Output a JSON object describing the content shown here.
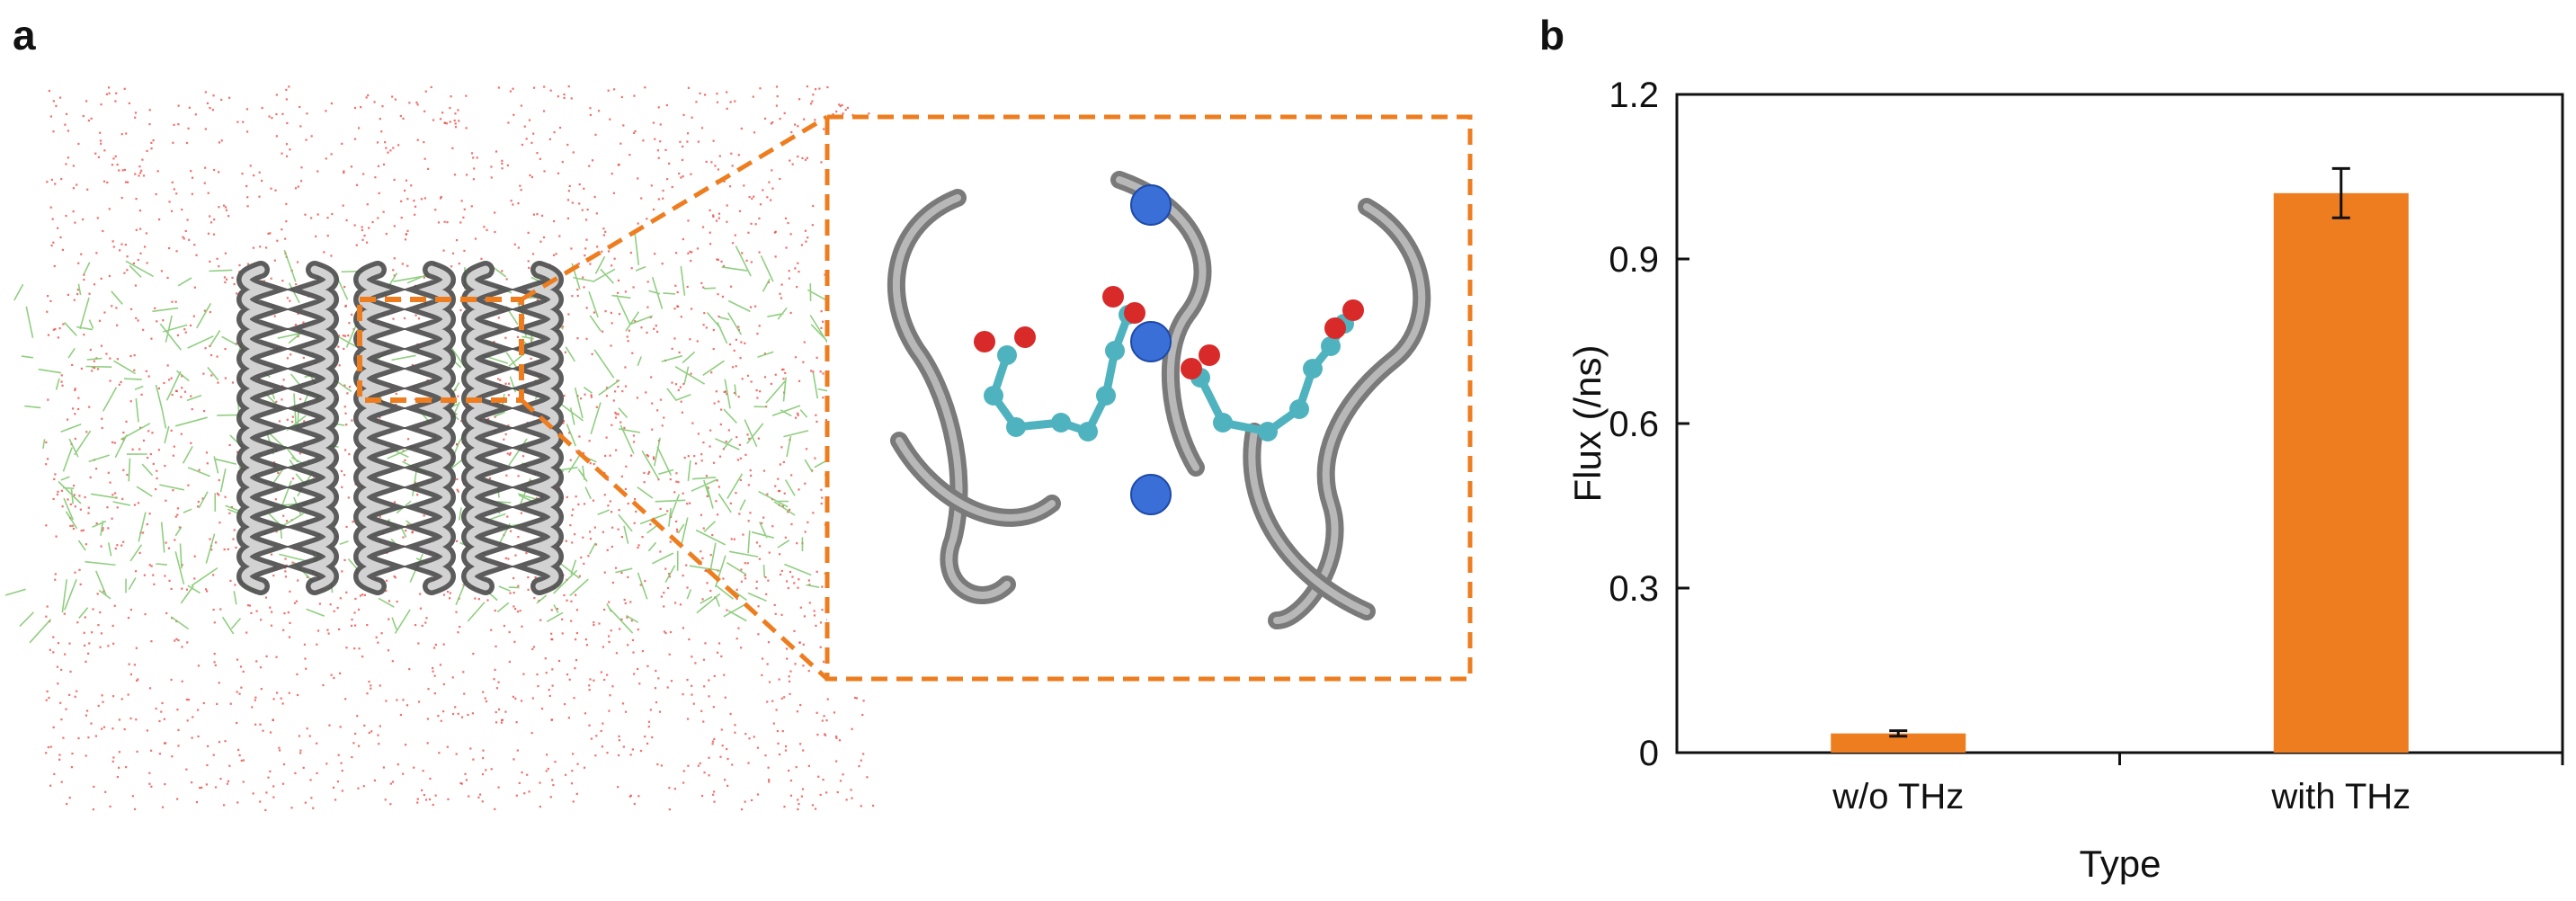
{
  "panels": {
    "a_label": "a",
    "b_label": "b"
  },
  "colors": {
    "bar": "#ee7d1f",
    "zoom_box": "#ee7d1f",
    "water": "#e8413c",
    "lipid": "#7cc56a",
    "protein": "#8c8c8c",
    "carbon": "#4fb3bf",
    "oxygen": "#d92a2a",
    "ion": "#3a6fd8"
  },
  "figure_a": {
    "description_icons": [
      "membrane-protein-system",
      "zoomed-selectivity-filter",
      "ion-icon"
    ]
  },
  "chart_data": {
    "type": "bar",
    "categories": [
      "w/o THz",
      "with THz"
    ],
    "values": [
      0.035,
      1.02
    ],
    "errors": [
      0.005,
      0.045
    ],
    "xlabel": "Type",
    "ylabel": "Flux (/ns)",
    "ylim": [
      0,
      1.2
    ],
    "yticks": [
      0,
      0.3,
      0.6,
      0.9,
      1.2
    ],
    "ytick_labels": [
      "0",
      "0.3",
      "0.6",
      "0.9",
      "1.2"
    ],
    "grid": false,
    "legend": "none"
  }
}
